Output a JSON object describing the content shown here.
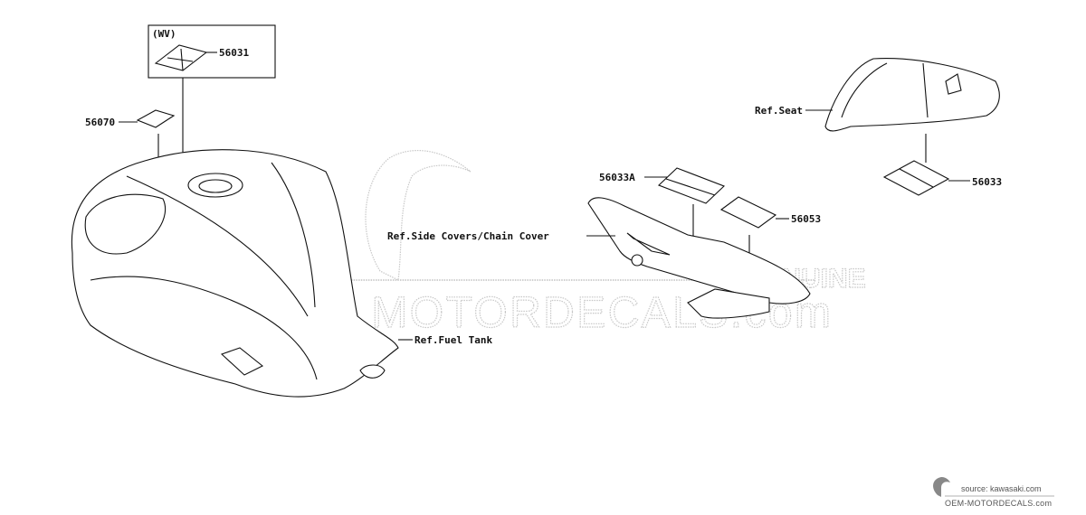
{
  "diagram": {
    "labels": {
      "wv": "(WV)",
      "p56031": "56031",
      "p56070": "56070",
      "ref_fuel_tank": "Ref.Fuel Tank",
      "p56033a": "56033A",
      "ref_side_covers": "Ref.Side Covers/Chain Cover",
      "p56053": "56053",
      "ref_seat": "Ref.Seat",
      "p56033": "56033"
    }
  },
  "watermark": {
    "genuine": "GENUINE",
    "site": "OEM MOTORDECALS.com"
  },
  "footer": {
    "source": "source: kawasaki.com",
    "site": "OEM-MOTORDECALS.com"
  }
}
